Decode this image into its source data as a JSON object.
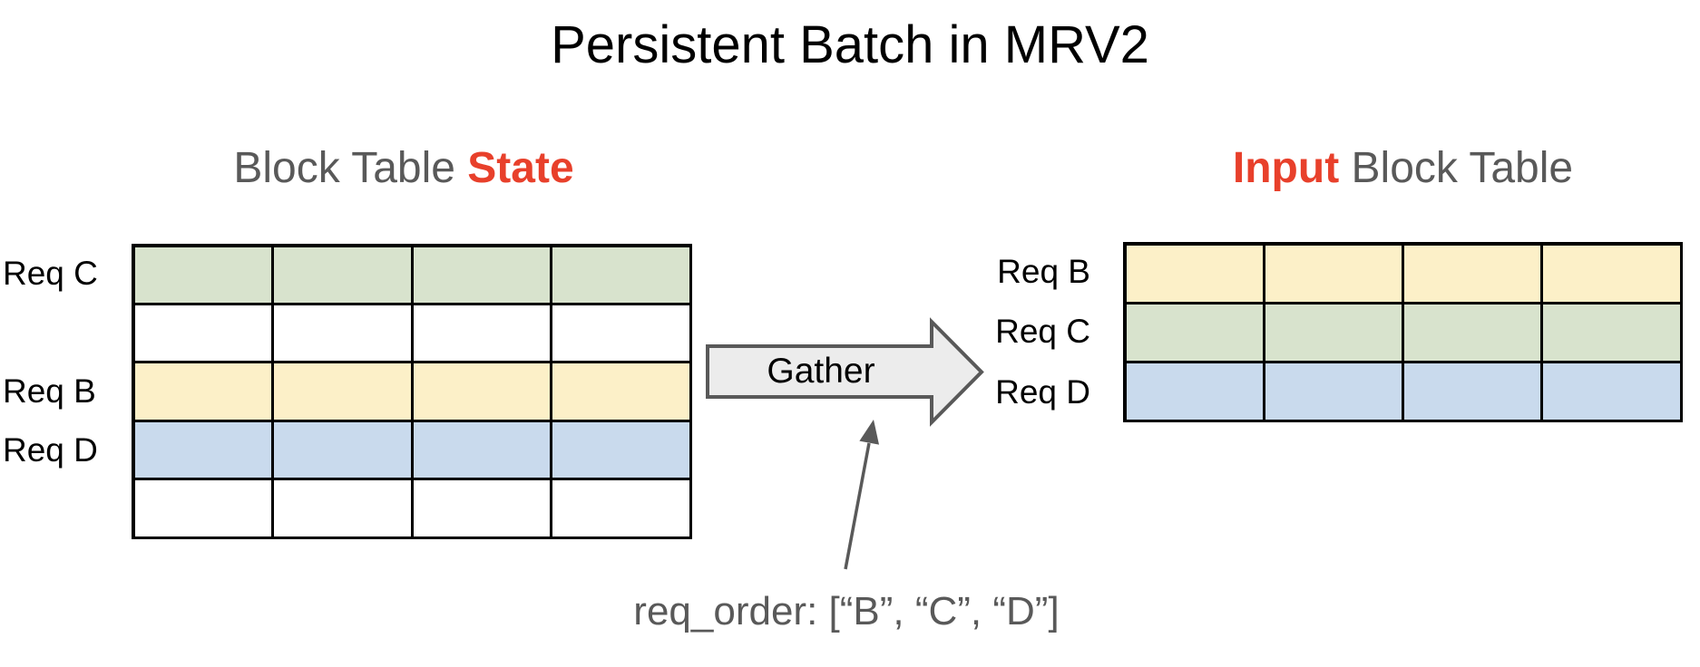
{
  "title": "Persistent Batch in MRV2",
  "colors": {
    "green": "#d8e3cd",
    "yellow": "#fcf0c8",
    "blue": "#c9daed",
    "white": "#ffffff",
    "red": "#e8402b",
    "gray_text": "#595959",
    "arrow_fill": "#ececec",
    "arrow_stroke": "#595959"
  },
  "left_table": {
    "heading_prefix": "Block Table ",
    "heading_highlight": "State",
    "columns": 4,
    "rows": [
      {
        "label": "Req C",
        "color": "green"
      },
      {
        "label": "",
        "color": "white"
      },
      {
        "label": "Req B",
        "color": "yellow"
      },
      {
        "label": "Req D",
        "color": "blue"
      },
      {
        "label": "",
        "color": "white"
      }
    ]
  },
  "right_table": {
    "heading_highlight": "Input",
    "heading_suffix": " Block Table",
    "columns": 4,
    "rows": [
      {
        "label": "Req B",
        "color": "yellow"
      },
      {
        "label": "Req C",
        "color": "green"
      },
      {
        "label": "Req D",
        "color": "blue"
      }
    ]
  },
  "gather_label": "Gather",
  "annotation": "req_order: [“B”, “C”, “D”]"
}
